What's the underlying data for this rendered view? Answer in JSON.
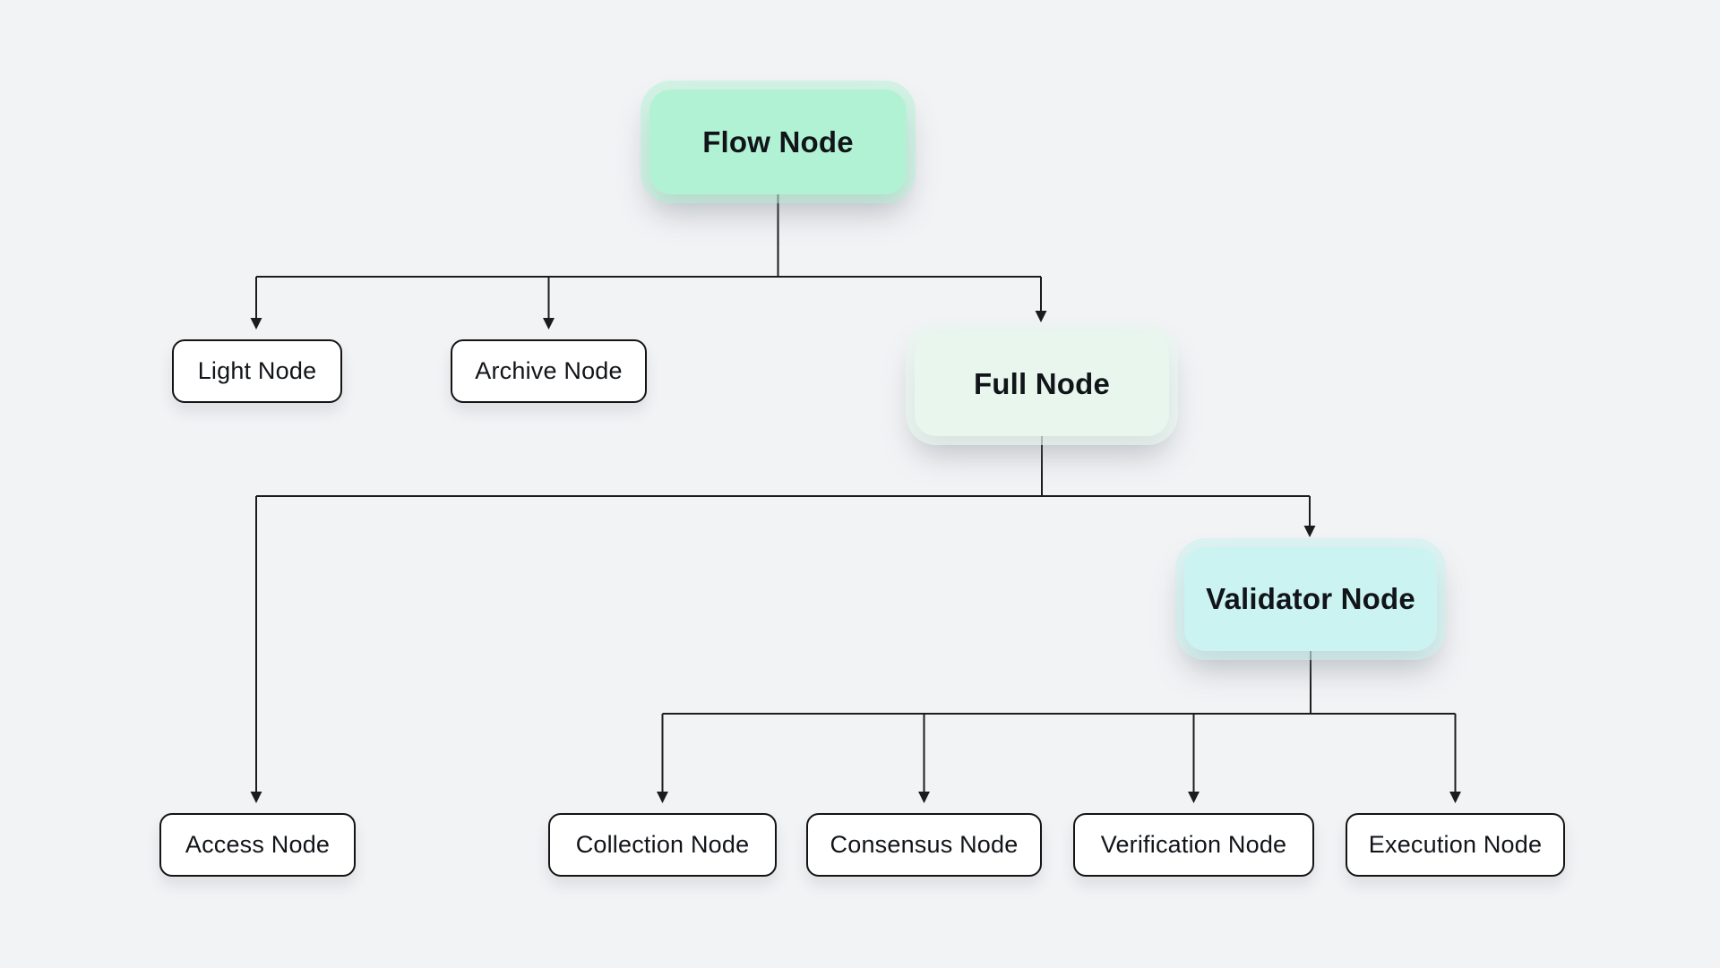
{
  "diagram": {
    "background": "#f2f3f5",
    "line_color": "#1c1c1c",
    "text_color": "#111418",
    "nodes": {
      "flow": {
        "label": "Flow Node",
        "fill": "#b2f2d4",
        "variant": "mint"
      },
      "light": {
        "label": "Light Node",
        "fill": "#ffffff",
        "variant": "outline"
      },
      "archive": {
        "label": "Archive Node",
        "fill": "#ffffff",
        "variant": "outline"
      },
      "full": {
        "label": "Full Node",
        "fill": "#e8f6ee",
        "variant": "pale-mint"
      },
      "validator": {
        "label": "Validator Node",
        "fill": "#cbf3f1",
        "variant": "cyan"
      },
      "access": {
        "label": "Access Node",
        "fill": "#ffffff",
        "variant": "outline"
      },
      "collection": {
        "label": "Collection Node",
        "fill": "#ffffff",
        "variant": "outline"
      },
      "consensus": {
        "label": "Consensus Node",
        "fill": "#ffffff",
        "variant": "outline"
      },
      "verification": {
        "label": "Verification Node",
        "fill": "#ffffff",
        "variant": "outline"
      },
      "execution": {
        "label": "Execution Node",
        "fill": "#ffffff",
        "variant": "outline"
      }
    },
    "edges": [
      {
        "from": "Flow Node",
        "to": "Light Node"
      },
      {
        "from": "Flow Node",
        "to": "Archive Node"
      },
      {
        "from": "Flow Node",
        "to": "Full Node"
      },
      {
        "from": "Full Node",
        "to": "Access Node"
      },
      {
        "from": "Full Node",
        "to": "Validator Node"
      },
      {
        "from": "Validator Node",
        "to": "Collection Node"
      },
      {
        "from": "Validator Node",
        "to": "Consensus Node"
      },
      {
        "from": "Validator Node",
        "to": "Verification Node"
      },
      {
        "from": "Validator Node",
        "to": "Execution Node"
      }
    ]
  }
}
